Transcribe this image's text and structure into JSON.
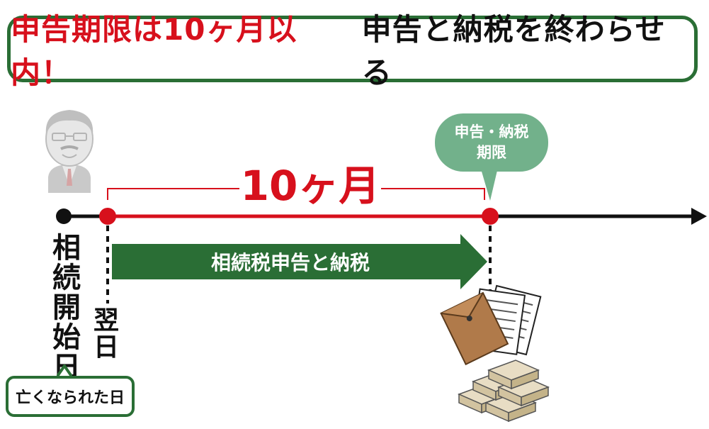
{
  "title": {
    "highlight": "申告期限は10ヶ月以内！",
    "rest": "申告と納税を終わらせる"
  },
  "callout": {
    "line1": "申告・納税",
    "line2": "期限"
  },
  "duration_label": "10ヶ月",
  "arrow_label": "相続税申告と納税",
  "start_label": "相続開始日",
  "next_day_label": "翌日",
  "death_label": "亡くなられた日",
  "colors": {
    "accent_red": "#d7101c",
    "dark_green": "#2a6e35",
    "callout_green": "#72b18b",
    "timeline_black": "#111111"
  },
  "icons": [
    "person-icon",
    "documents-icon",
    "money-bundle-icon"
  ]
}
